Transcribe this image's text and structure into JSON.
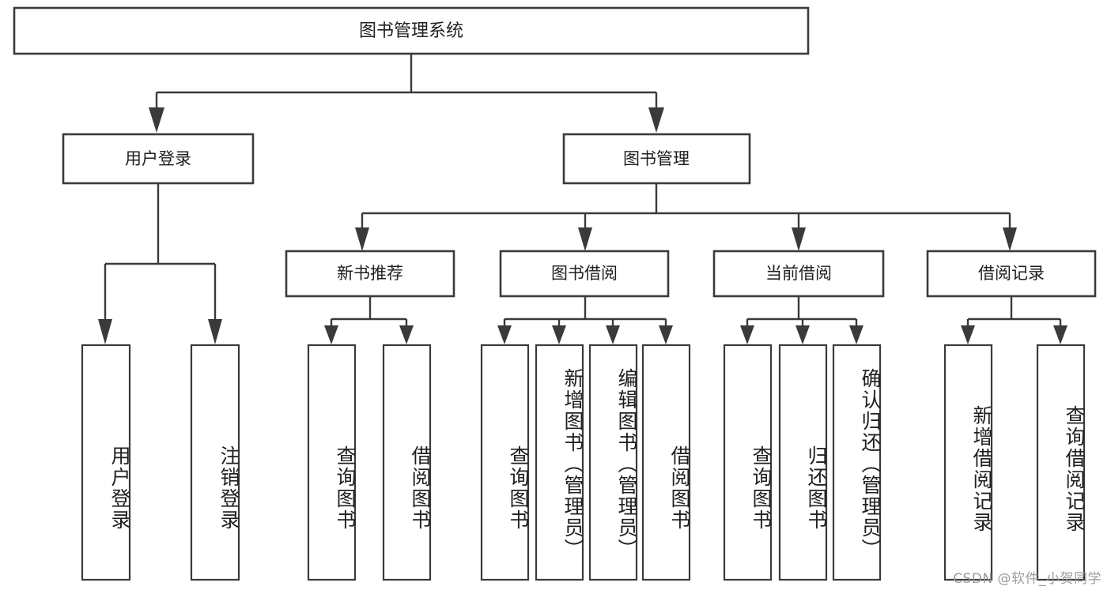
{
  "diagram": {
    "type": "tree-hierarchy-chart",
    "title": "图书管理系统",
    "orientation": "top-down",
    "colors": {
      "box_stroke": "#3a3a3a",
      "box_fill": "#ffffff",
      "connector": "#3a3a3a",
      "text": "#202020",
      "watermark": "#9b9b9b",
      "background": "#ffffff"
    },
    "root": {
      "id": "root",
      "label": "图书管理系统",
      "text_orientation": "horizontal"
    },
    "level2": [
      {
        "id": "user-login",
        "label": "用户登录",
        "text_orientation": "horizontal"
      },
      {
        "id": "book-management",
        "label": "图书管理",
        "text_orientation": "horizontal"
      }
    ],
    "level3": [
      {
        "id": "new-book-recommend",
        "label": "新书推荐",
        "text_orientation": "horizontal",
        "parent": "book-management"
      },
      {
        "id": "book-borrow",
        "label": "图书借阅",
        "text_orientation": "horizontal",
        "parent": "book-management"
      },
      {
        "id": "current-borrow",
        "label": "当前借阅",
        "text_orientation": "horizontal",
        "parent": "book-management"
      },
      {
        "id": "borrow-record",
        "label": "借阅记录",
        "text_orientation": "horizontal",
        "parent": "book-management"
      }
    ],
    "leaves": [
      {
        "id": "leaf-user-login",
        "label": "用户登录",
        "parent": "user-login",
        "text_orientation": "vertical"
      },
      {
        "id": "leaf-logout",
        "label": "注销登录",
        "parent": "user-login",
        "text_orientation": "vertical"
      },
      {
        "id": "leaf-query-book-1",
        "label": "查询图书",
        "parent": "new-book-recommend",
        "text_orientation": "vertical"
      },
      {
        "id": "leaf-borrow-book-1",
        "label": "借阅图书",
        "parent": "new-book-recommend",
        "text_orientation": "vertical"
      },
      {
        "id": "leaf-query-book-2",
        "label": "查询图书",
        "parent": "book-borrow",
        "text_orientation": "vertical"
      },
      {
        "id": "leaf-add-book",
        "label": "新增图书（管理员）",
        "parent": "book-borrow",
        "text_orientation": "vertical"
      },
      {
        "id": "leaf-edit-book",
        "label": "编辑图书（管理员）",
        "parent": "book-borrow",
        "text_orientation": "vertical"
      },
      {
        "id": "leaf-borrow-book-2",
        "label": "借阅图书",
        "parent": "book-borrow",
        "text_orientation": "vertical"
      },
      {
        "id": "leaf-query-book-3",
        "label": "查询图书",
        "parent": "current-borrow",
        "text_orientation": "vertical"
      },
      {
        "id": "leaf-return-book",
        "label": "归还图书",
        "parent": "current-borrow",
        "text_orientation": "vertical"
      },
      {
        "id": "leaf-confirm-return",
        "label": "确认归还（管理员）",
        "parent": "current-borrow",
        "text_orientation": "vertical"
      },
      {
        "id": "leaf-add-record",
        "label": "新增借阅记录",
        "parent": "borrow-record",
        "text_orientation": "vertical"
      },
      {
        "id": "leaf-query-record",
        "label": "查询借阅记录",
        "parent": "borrow-record",
        "text_orientation": "vertical"
      }
    ]
  },
  "watermark": {
    "text": "CSDN @软件_小贺同学"
  }
}
